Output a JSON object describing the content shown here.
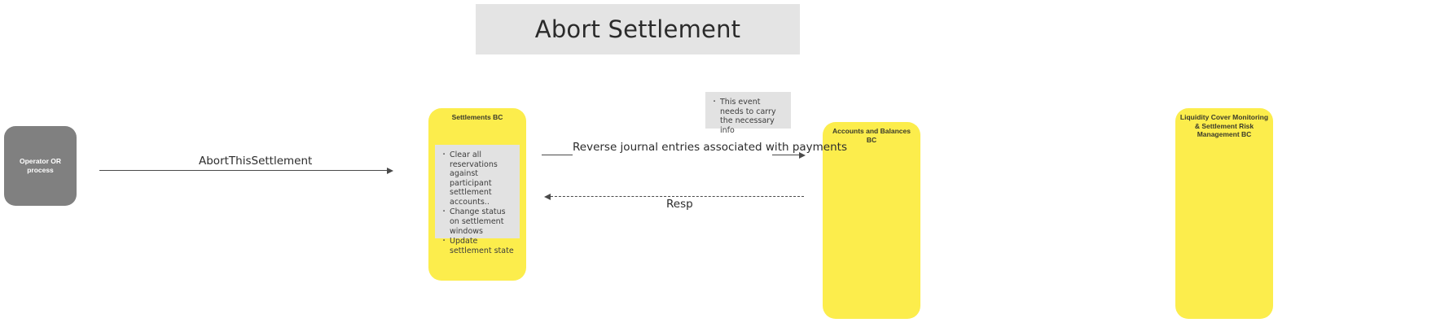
{
  "header": {
    "title": "Abort Settlement",
    "background": "#e4e4e4"
  },
  "colors": {
    "lifeline_yellow": "#fced4c",
    "actor_gray": "#808080",
    "note_gray": "#e2e2e2",
    "arrow": "#4a4a4a"
  },
  "actors": [
    {
      "id": "operator",
      "label": "Operator OR process",
      "type": "actor-box",
      "color": "#808080"
    }
  ],
  "lifelines": [
    {
      "id": "settlements",
      "label": "Settlements BC",
      "color": "#fced4c"
    },
    {
      "id": "accounts",
      "label": "Accounts and Balances BC",
      "color": "#fced4c"
    },
    {
      "id": "liquidity",
      "label": "Liquidity Cover Monitoring & Settlement Risk Management BC",
      "color": "#fced4c"
    }
  ],
  "notes": [
    {
      "id": "note-settlements",
      "attached_to": "settlements",
      "bullets": [
        "Clear all reservations against  participant settlement accounts..",
        "Change status on settlement windows",
        "Update settlement state"
      ]
    },
    {
      "id": "note-event",
      "attached_to": "reverse-journal-entries",
      "bullets": [
        "This event needs to carry the necessary info"
      ]
    }
  ],
  "messages": [
    {
      "id": "msg1",
      "label": "AbortThisSettlement",
      "from": "operator",
      "to": "settlements",
      "style": "solid",
      "direction": "right"
    },
    {
      "id": "msg2",
      "label": "Reverse journal entries associated with payments",
      "from": "settlements",
      "to": "accounts",
      "style": "solid",
      "direction": "right"
    },
    {
      "id": "msg3",
      "label": "Resp",
      "from": "accounts",
      "to": "settlements",
      "style": "dashed",
      "direction": "left"
    }
  ]
}
